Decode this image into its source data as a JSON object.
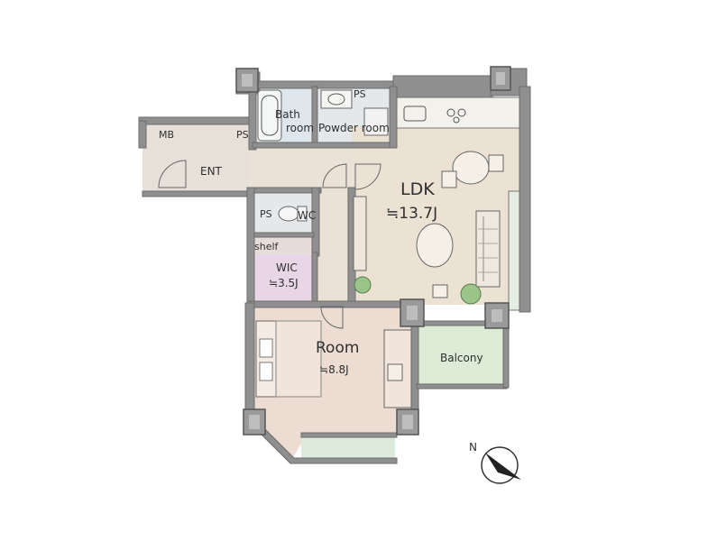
{
  "rooms": {
    "bath": {
      "line1": "Bath",
      "line2": "room"
    },
    "powder": "Powder room",
    "ps_top": "PS",
    "ps_mb": "PS",
    "ps_wc": "PS",
    "mb": "MB",
    "ent": "ENT",
    "wc": "WC",
    "shelf": "shelf",
    "wic": {
      "name": "WIC",
      "size": "≒3.5J"
    },
    "ldk": {
      "name": "LDK",
      "size": "≒13.7J"
    },
    "room": {
      "name": "Room",
      "size": "≒8.8J"
    },
    "balcony": "Balcony"
  },
  "compass": {
    "label": "N"
  },
  "colors": {
    "ldk_floor": "#ece2d4",
    "room_floor": "#ecdcd2",
    "wic_floor": "#e8d6e6",
    "balcony_floor": "#dcebd6",
    "wet_floor": "#dfe6ec",
    "wall": "#8f8f8f"
  }
}
